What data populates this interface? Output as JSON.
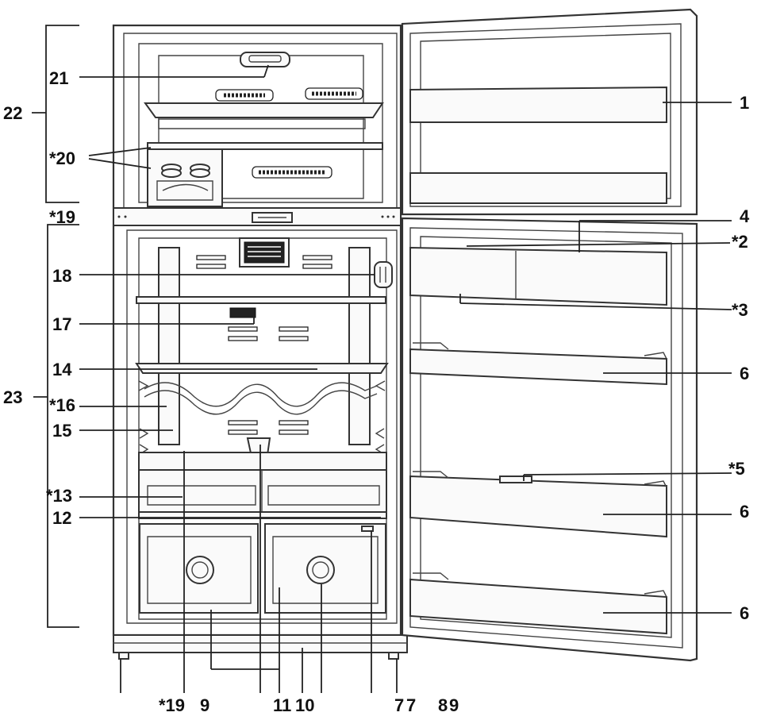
{
  "diagram": {
    "labels": {
      "l1": "1",
      "l2": "*2",
      "l3": "*3",
      "l4": "4",
      "l5": "*5",
      "l6a": "6",
      "l6b": "6",
      "l6c": "6",
      "l12": "12",
      "l13": "*13",
      "l14": "14",
      "l15": "15",
      "l16": "*16",
      "l17": "17",
      "l18": "18",
      "l19top": "*19",
      "l20": "*20",
      "l21": "21",
      "l22": "22",
      "l23": "23",
      "b19": "*19",
      "b9": "9",
      "b11": "11",
      "b10": "10",
      "b7a": "7",
      "b7b": "7",
      "b8": "8",
      "b9b": "9"
    }
  }
}
